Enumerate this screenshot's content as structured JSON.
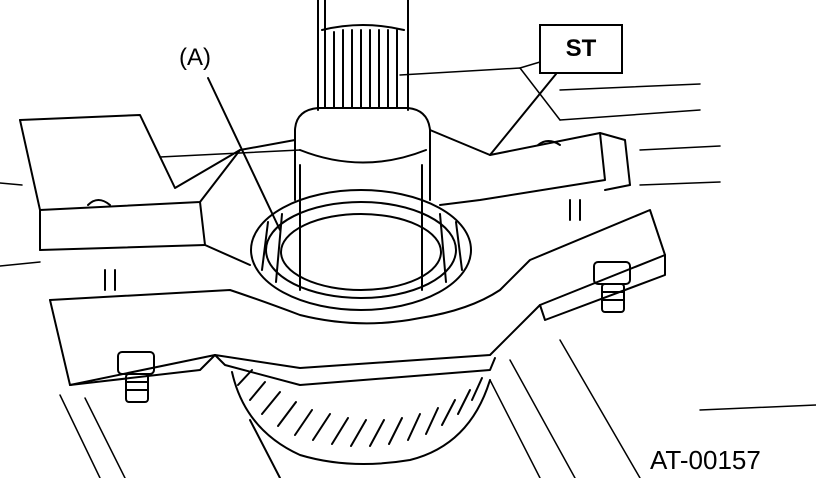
{
  "labels": {
    "part_a": "(A)",
    "special_tool": "ST",
    "figure_id": "AT-00157"
  },
  "colors": {
    "line": "#000000",
    "background": "#ffffff"
  }
}
